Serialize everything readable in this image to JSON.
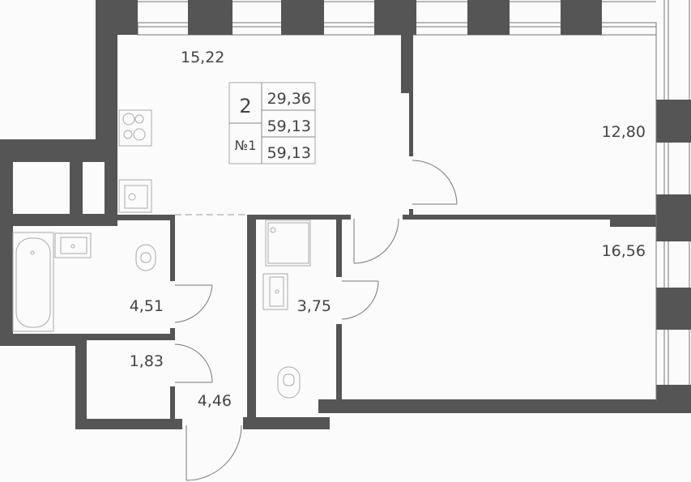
{
  "apartment": {
    "rooms_count": "2",
    "number": "№1",
    "living_area": "29,36",
    "total_area": "59,13",
    "total_area_with_balcony": "59,13"
  },
  "rooms": {
    "kitchen_living": "15,22",
    "bedroom_top": "12,80",
    "bedroom_bottom": "16,56",
    "bathroom": "4,51",
    "wc": "3,75",
    "storage": "1,83",
    "hallway": "4,46"
  },
  "colors": {
    "wall": "#555555",
    "background": "#fbfbfb"
  }
}
